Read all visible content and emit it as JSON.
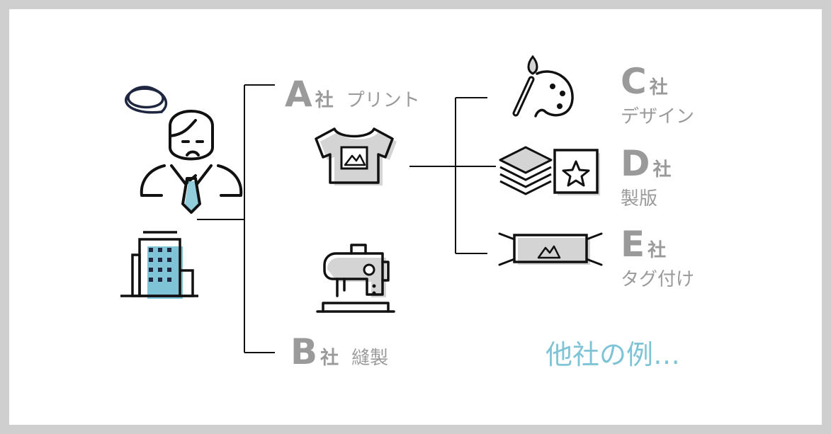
{
  "companies": {
    "a": {
      "letter": "A",
      "suffix": "社",
      "role": "プリント"
    },
    "b": {
      "letter": "B",
      "suffix": "社",
      "role": "縫製"
    },
    "c": {
      "letter": "C",
      "suffix": "社",
      "role": "デザイン"
    },
    "d": {
      "letter": "D",
      "suffix": "社",
      "role": "製版"
    },
    "e": {
      "letter": "E",
      "suffix": "社",
      "role": "タグ付け"
    }
  },
  "note": "他社の例…",
  "icons": [
    "confused-businessman-icon",
    "office-building-icon",
    "tshirt-icon",
    "sewing-machine-icon",
    "paint-palette-icon",
    "plate-stack-icon",
    "tag-label-icon"
  ],
  "colors": {
    "accent": "#7fc4d6",
    "text": "#9a9a9a",
    "frame": "#cfcfcf",
    "icon_fill": "#d4d4d4",
    "line": "#111111"
  }
}
